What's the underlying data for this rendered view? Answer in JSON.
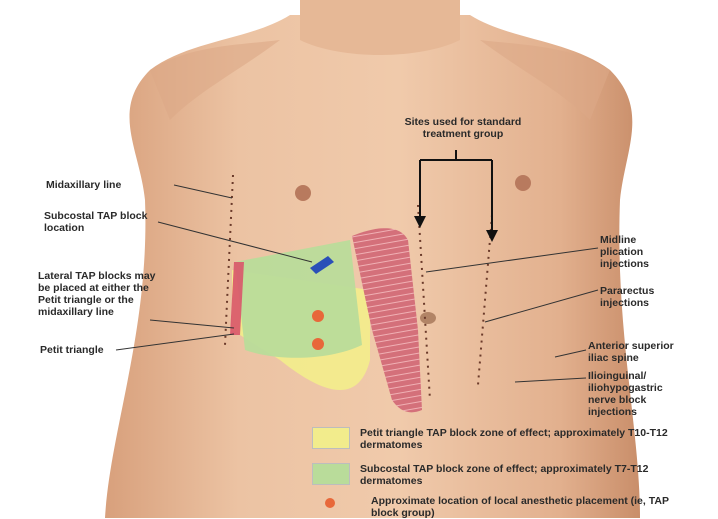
{
  "labels": {
    "sites_used": "Sites used for standard treatment group",
    "midaxillary": "Midaxillary line",
    "subcostal_location": "Subcostal TAP block location",
    "lateral_tap": "Lateral TAP blocks may be placed at either the Petit triangle or the midaxillary line",
    "petit_triangle": "Petit triangle",
    "midline_plication": "Midline plication injections",
    "pararectus": "Pararectus injections",
    "asis": "Anterior superior iliac spine",
    "ilioinguinal": "Ilioinguinal/ iliohypogastric nerve block injections"
  },
  "legend": {
    "yellow_text": "Petit triangle TAP block zone of effect; approximately T10-T12 dermatomes",
    "green_text": "Subcostal TAP block zone of effect; approximately T7-T12 dermatomes",
    "orange_text": "Approximate location of local anesthetic placement (ie, TAP block group)"
  },
  "colors": {
    "skin": "#e7b896",
    "skin_shadow": "#c98e6a",
    "yellow_zone": "#f2ec8c",
    "green_zone": "#b9dc9a",
    "muscle": "#d4707a",
    "orange_dot": "#e8683a",
    "blue_mark": "#2a4fb8"
  }
}
